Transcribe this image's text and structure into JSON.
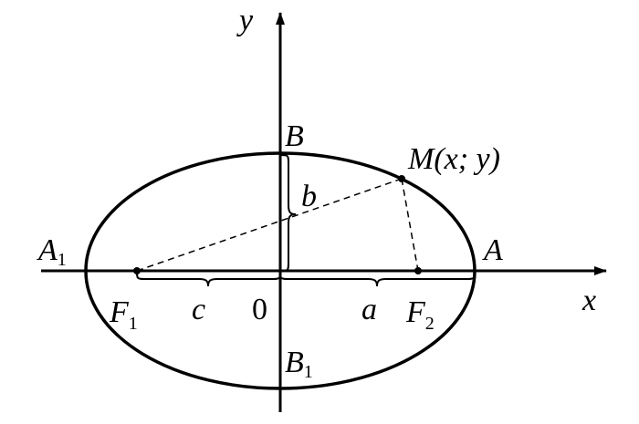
{
  "colors": {
    "ink": "#000000",
    "background": "#ffffff"
  },
  "axes": {
    "x_label": "x",
    "y_label": "y"
  },
  "vertices": {
    "B": "B",
    "B1": {
      "base": "B",
      "sub": "1"
    },
    "A": "A",
    "A1": {
      "base": "A",
      "sub": "1"
    }
  },
  "foci": {
    "F1": {
      "base": "F",
      "sub": "1"
    },
    "F2": {
      "base": "F",
      "sub": "2"
    }
  },
  "point_M": "M(x; y)",
  "segments": {
    "a": "a",
    "b": "b",
    "c": "c"
  },
  "origin": "0"
}
